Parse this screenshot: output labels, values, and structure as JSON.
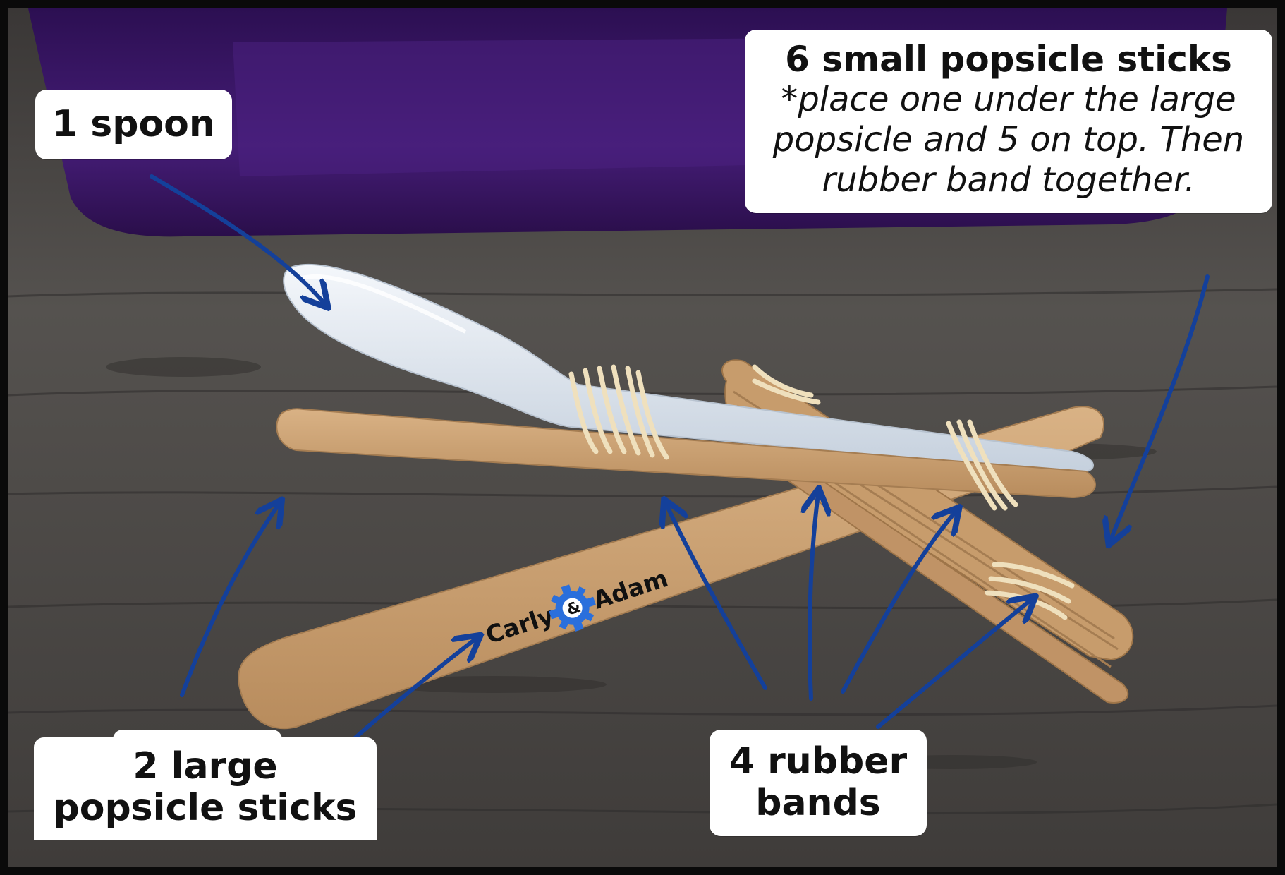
{
  "labels": {
    "spoon": "1 spoon",
    "small_sticks_title": "6 small popsicle sticks",
    "small_sticks_note_lines": [
      "*place one under the large",
      "popsicle and 5 on top. Then",
      "rubber band together."
    ],
    "large_sticks_lines": [
      "2 large",
      "popsicle sticks"
    ],
    "rubber_bands_lines": [
      "4 rubber",
      "bands"
    ]
  },
  "logo": {
    "left_word": "Carly",
    "ampersand": "&",
    "right_word": "Adam"
  },
  "colors": {
    "frame": "#0a0a0a",
    "floor": "#4a4744",
    "bin_purple": "#3a1766",
    "stick_wood": "#c9a072",
    "spoon": "#e4eaf1",
    "rubber_band": "#efe0bd",
    "arrow_blue": "#14409a",
    "callout_bg": "#ffffff",
    "gear_blue": "#2a6fdc"
  },
  "icons": {
    "arrows": "arrow-icon",
    "gear": "gear-icon"
  }
}
